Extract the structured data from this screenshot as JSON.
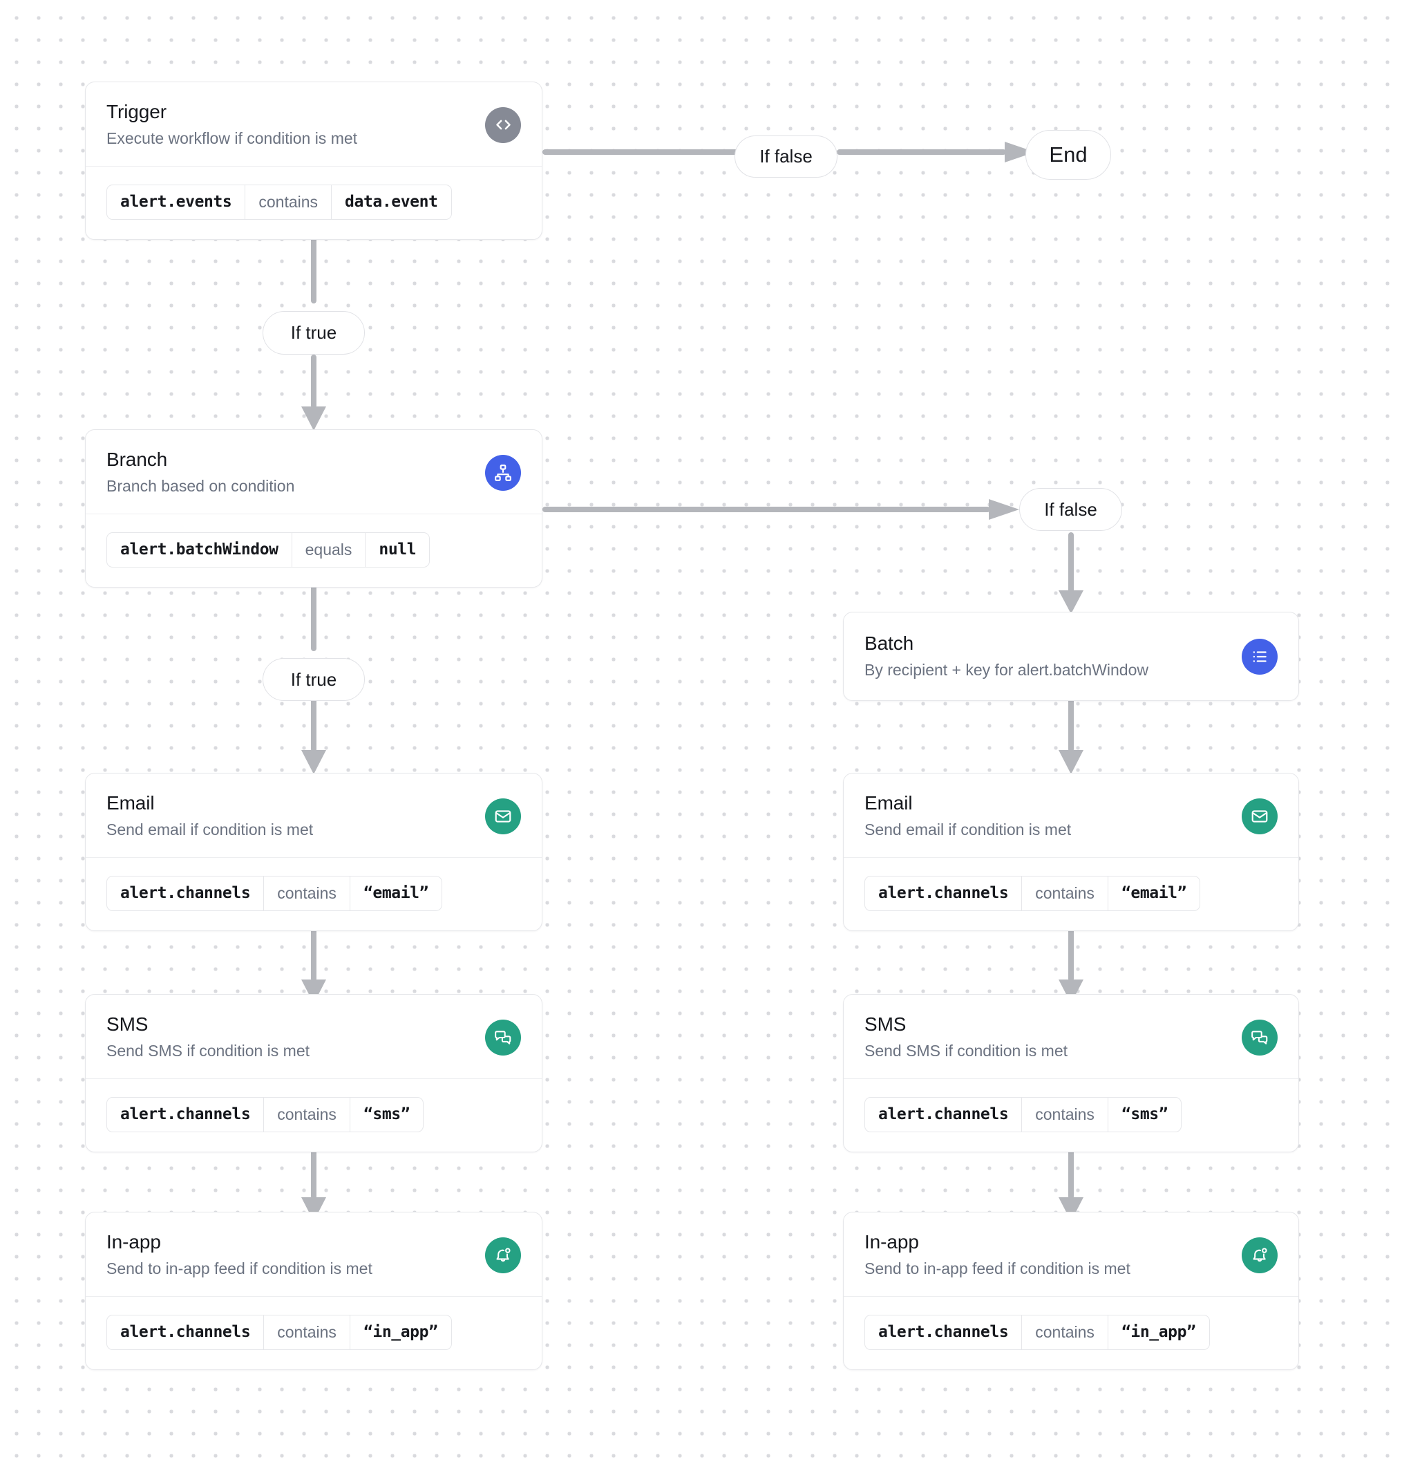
{
  "canvas": {
    "accent_blue": "#4361e8",
    "accent_green": "#25a183",
    "accent_gray": "#868a95",
    "connector_gray": "#b4b6bb"
  },
  "nodes": {
    "trigger": {
      "title": "Trigger",
      "description": "Execute workflow if condition is met",
      "icon": "code-icon",
      "condition": {
        "field": "alert.events",
        "operator": "contains",
        "value": "data.event"
      }
    },
    "branch": {
      "title": "Branch",
      "description": "Branch based on condition",
      "icon": "sitemap-icon",
      "condition": {
        "field": "alert.batchWindow",
        "operator": "equals",
        "value": "null"
      }
    },
    "batch": {
      "title": "Batch",
      "description": "By recipient + key for alert.batchWindow",
      "icon": "list-icon"
    },
    "email_left": {
      "title": "Email",
      "description": "Send email if condition is met",
      "icon": "envelope-icon",
      "condition": {
        "field": "alert.channels",
        "operator": "contains",
        "value": "“email”"
      }
    },
    "sms_left": {
      "title": "SMS",
      "description": "Send SMS if condition is met",
      "icon": "chat-bubbles-icon",
      "condition": {
        "field": "alert.channels",
        "operator": "contains",
        "value": "“sms”"
      }
    },
    "inapp_left": {
      "title": "In-app",
      "description": "Send to in-app feed if condition is met",
      "icon": "bell-dot-icon",
      "condition": {
        "field": "alert.channels",
        "operator": "contains",
        "value": "“in_app”"
      }
    },
    "email_right": {
      "title": "Email",
      "description": "Send email if condition is met",
      "icon": "envelope-icon",
      "condition": {
        "field": "alert.channels",
        "operator": "contains",
        "value": "“email”"
      }
    },
    "sms_right": {
      "title": "SMS",
      "description": "Send SMS if condition is met",
      "icon": "chat-bubbles-icon",
      "condition": {
        "field": "alert.channels",
        "operator": "contains",
        "value": "“sms”"
      }
    },
    "inapp_right": {
      "title": "In-app",
      "description": "Send to in-app feed if condition is met",
      "icon": "bell-dot-icon",
      "condition": {
        "field": "alert.channels",
        "operator": "contains",
        "value": "“in_app”"
      }
    }
  },
  "labels": {
    "trigger_false": "If false",
    "end": "End",
    "trigger_true": "If true",
    "branch_false": "If false",
    "branch_true": "If true"
  }
}
